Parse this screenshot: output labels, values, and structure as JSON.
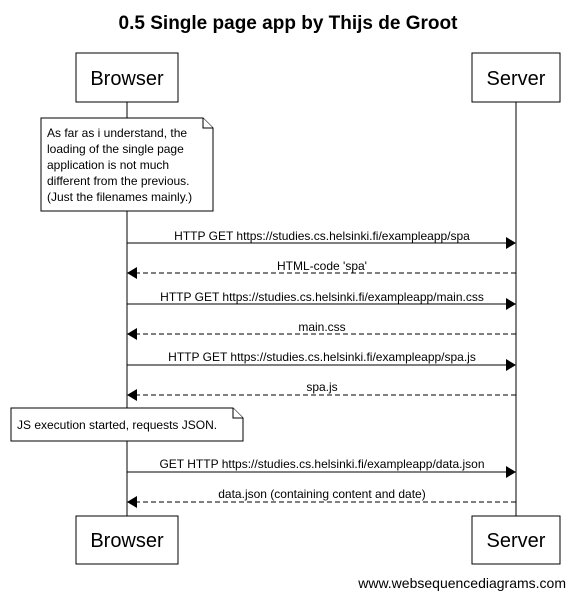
{
  "title": "0.5 Single page app by Thijs de Groot",
  "participants": {
    "browser": "Browser",
    "server": "Server"
  },
  "notes": {
    "intro": [
      "As far as i understand, the",
      "loading of the single page",
      "application is not much",
      "different from the previous.",
      "(Just the filenames mainly.)"
    ],
    "js": [
      "JS execution started, requests JSON."
    ]
  },
  "messages": [
    {
      "label": "HTTP GET https://studies.cs.helsinki.fi/exampleapp/spa",
      "from": "browser",
      "to": "server",
      "style": "solid"
    },
    {
      "label": "HTML-code 'spa'",
      "from": "server",
      "to": "browser",
      "style": "dashed"
    },
    {
      "label": "HTTP GET https://studies.cs.helsinki.fi/exampleapp/main.css",
      "from": "browser",
      "to": "server",
      "style": "solid"
    },
    {
      "label": "main.css",
      "from": "server",
      "to": "browser",
      "style": "dashed"
    },
    {
      "label": "HTTP GET https://studies.cs.helsinki.fi/exampleapp/spa.js",
      "from": "browser",
      "to": "server",
      "style": "solid"
    },
    {
      "label": "spa.js",
      "from": "server",
      "to": "browser",
      "style": "dashed"
    },
    {
      "label": "GET HTTP https://studies.cs.helsinki.fi/exampleapp/data.json",
      "from": "browser",
      "to": "server",
      "style": "solid"
    },
    {
      "label": "data.json (containing content and date)",
      "from": "server",
      "to": "browser",
      "style": "dashed"
    }
  ],
  "footer": "www.websequencediagrams.com"
}
